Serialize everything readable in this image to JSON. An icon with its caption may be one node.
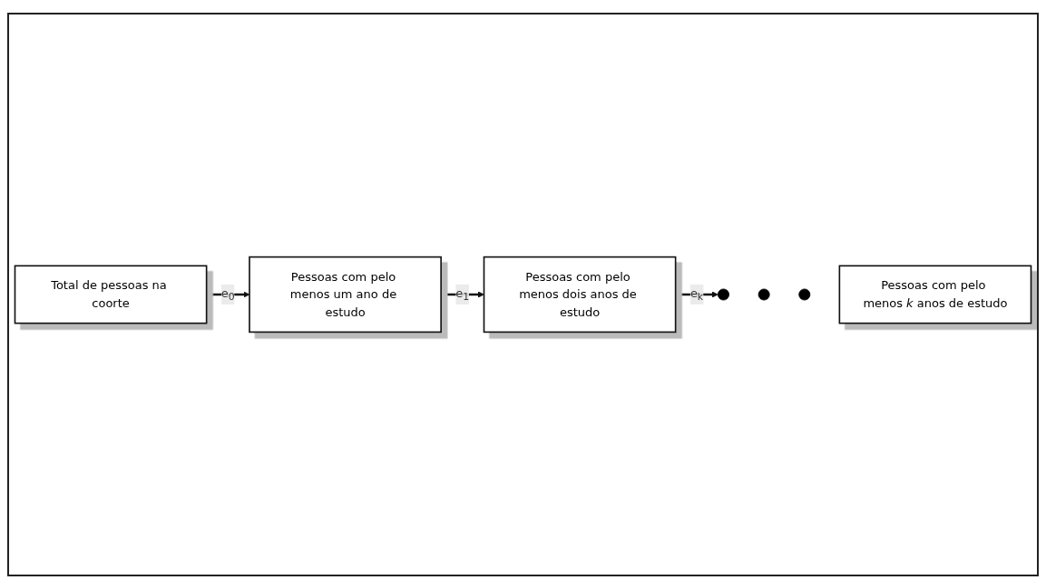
{
  "diagram": {
    "nodes": [
      {
        "text": [
          "Total de pessoas na coorte"
        ]
      },
      {
        "text": [
          "Pessoas com pelo menos um ano de estudo"
        ]
      },
      {
        "text": [
          "Pessoas com pelo menos dois anos de estudo"
        ]
      },
      {
        "text": [],
        "shape": "circle"
      },
      {
        "text": [],
        "shape": "circle"
      },
      {
        "text": [],
        "shape": "circle"
      },
      {
        "text": [
          "Pessoas com pelo menos *k* anos de estudo"
        ]
      }
    ],
    "edges": [
      {
        "from": 0,
        "to": 1,
        "arrow": "to",
        "label": "e$_{0}$"
      },
      {
        "from": 1,
        "to": 2,
        "arrow": "to",
        "label": "e$_{1}$"
      },
      {
        "from": 2,
        "to": 3,
        "arrow": "to",
        "label": "e$_{k}$"
      }
    ]
  }
}
